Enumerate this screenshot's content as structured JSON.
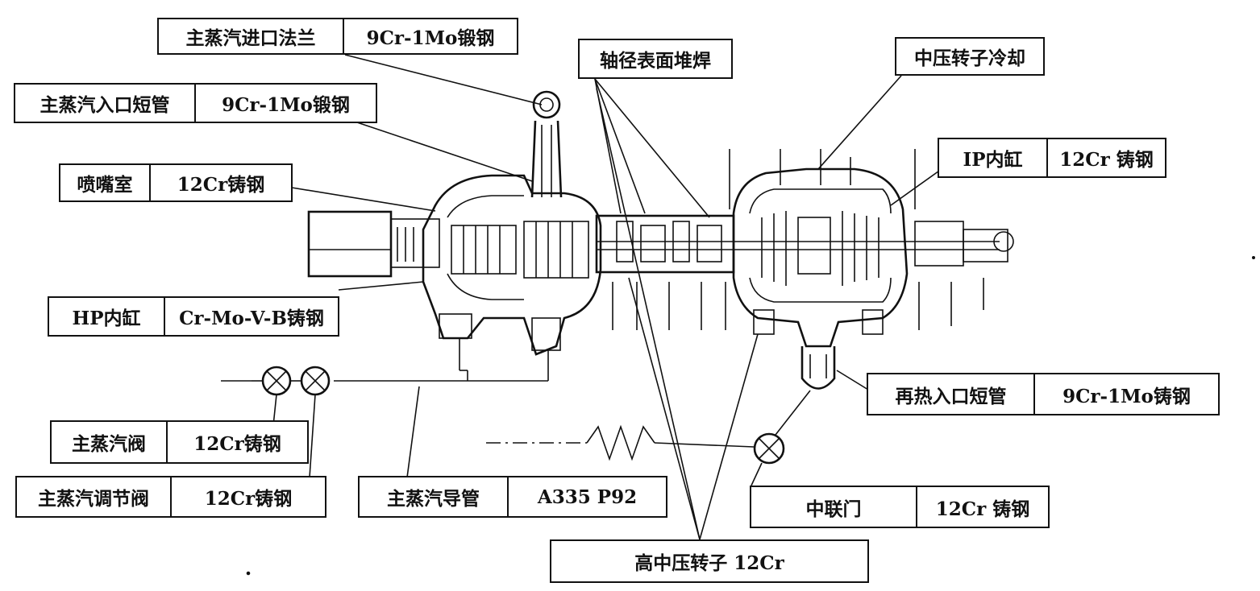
{
  "labels": {
    "main_steam_inlet_flange": {
      "part": "主蒸汽进口法兰",
      "material": "9Cr-1Mo锻钢"
    },
    "main_steam_inlet_pipe": {
      "part": "主蒸汽入口短管",
      "material": "9Cr-1Mo锻钢"
    },
    "nozzle_chamber": {
      "part": "喷嘴室",
      "material": "12Cr铸钢"
    },
    "hp_inner_casing": {
      "part": "HP内缸",
      "material": "Cr-Mo-V-B铸钢"
    },
    "journal_overlay": {
      "part": "轴径表面堆焊"
    },
    "ip_rotor_cooling": {
      "part": "中压转子冷却"
    },
    "ip_inner_casing": {
      "part": "IP内缸",
      "material": "12Cr 铸钢"
    },
    "reheat_inlet_pipe": {
      "part": "再热入口短管",
      "material": "9Cr-1Mo铸钢"
    },
    "main_stop_valve": {
      "part": "主蒸汽阀",
      "material": "12Cr铸钢"
    },
    "main_control_valve": {
      "part": "主蒸汽调节阀",
      "material": "12Cr铸钢"
    },
    "main_steam_lead": {
      "part": "主蒸汽导管",
      "material": "A335 P92"
    },
    "ip_combined_valve": {
      "part": "中联门",
      "material": "12Cr 铸钢"
    },
    "hip_rotor": {
      "part": "高中压转子 12Cr"
    }
  }
}
